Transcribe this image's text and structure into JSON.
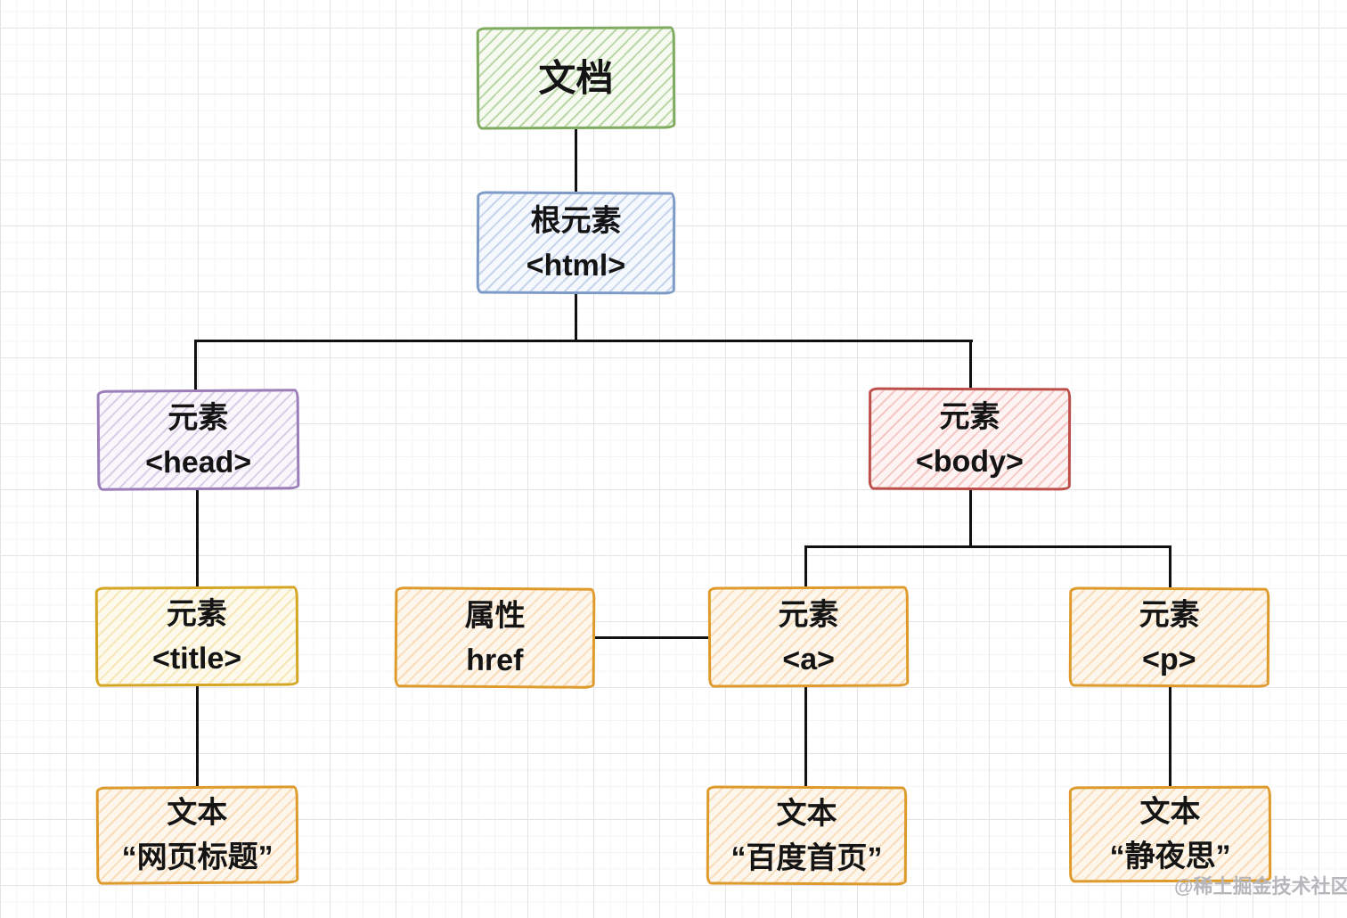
{
  "diagram": {
    "description": "Hand-drawn DOM tree diagram on grid paper",
    "nodes": {
      "document": {
        "lines": [
          "文档"
        ],
        "color": "#7fab61"
      },
      "html": {
        "lines": [
          "根元素",
          "<html>"
        ],
        "color": "#7e9bc8"
      },
      "head": {
        "lines": [
          "元素",
          "<head>"
        ],
        "color": "#9b7db9"
      },
      "body": {
        "lines": [
          "元素",
          "<body>"
        ],
        "color": "#bd4f4b"
      },
      "title": {
        "lines": [
          "元素",
          "<title>"
        ],
        "color": "#d5a623"
      },
      "href": {
        "lines": [
          "属性",
          "href"
        ],
        "color": "#de9b2c"
      },
      "a": {
        "lines": [
          "元素",
          "<a>"
        ],
        "color": "#de9b2c"
      },
      "p": {
        "lines": [
          "元素",
          "<p>"
        ],
        "color": "#de9b2c"
      },
      "text_title": {
        "lines": [
          "文本",
          "“网页标题”"
        ],
        "color": "#de9b2c"
      },
      "text_a": {
        "lines": [
          "文本",
          "“百度首页”"
        ],
        "color": "#de9b2c"
      },
      "text_p": {
        "lines": [
          "文本",
          "“静夜思”"
        ],
        "color": "#de9b2c"
      }
    },
    "edges": [
      "document-html",
      "html-head",
      "html-body",
      "head-title",
      "title-text_title",
      "body-a",
      "body-p",
      "a-text_a",
      "p-text_p",
      "href-a"
    ],
    "watermark": "@稀土掘金技术社区",
    "background": {
      "paper": "#ffffff",
      "grid_major": "#e4e4e8",
      "grid_minor": "#f4f4f6"
    }
  }
}
